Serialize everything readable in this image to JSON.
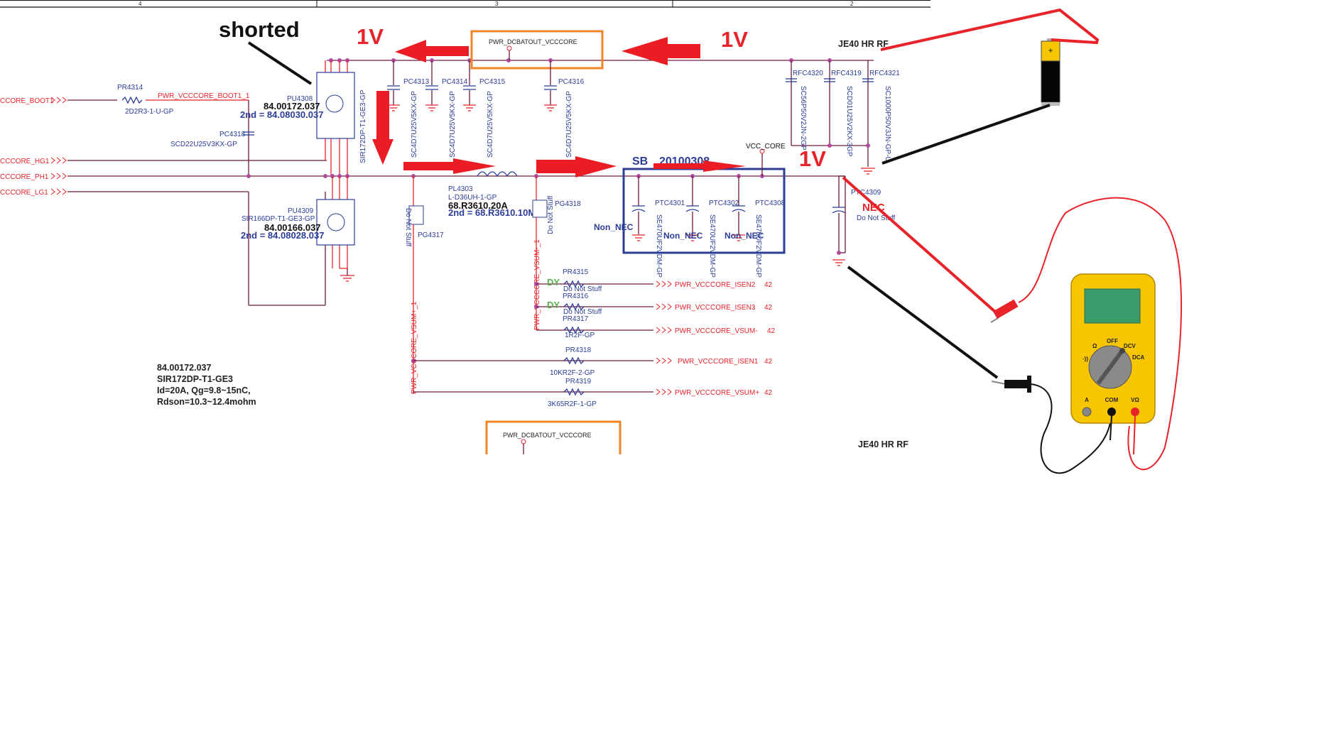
{
  "sheet": {
    "column_labels": [
      "4",
      "3",
      "2"
    ],
    "title_block": "JE40 HR RF",
    "title_block_bottom": "JE40 HR RF"
  },
  "annotations": {
    "shorted": "shorted",
    "voltage_labels": [
      "1V",
      "1V",
      "1V"
    ],
    "nec_label": "NEC",
    "sb_label": "SB",
    "sb_struck": "20100308"
  },
  "nets": {
    "boot": "CCORE_BOOT1",
    "boot_internal": "PWR_VCCCORE_BOOT1_1",
    "hg": "CCCORE_HG1",
    "ph": "CCCORE_PH1",
    "lg": "CCCORE_LG1",
    "dcbatout": "PWR_DCBATOUT_VCCCORE",
    "dcbatout_bottom": "PWR_DCBATOUT_VCCCORE",
    "vcc_core": "VCC_CORE",
    "vsum_minus_vertical": "PWR_VCCCORE_VSUM-_1",
    "vsum_plus_vertical": "PWR_VCCCORE_VSUM+_1",
    "outputs": [
      {
        "name": "PWR_VCCCORE_ISEN2",
        "page": "42"
      },
      {
        "name": "PWR_VCCCORE_ISEN3",
        "page": "42"
      },
      {
        "name": "PWR_VCCCORE_VSUM-",
        "page": "42"
      },
      {
        "name": "PWR_VCCCORE_ISEN1",
        "page": "42"
      },
      {
        "name": "PWR_VCCCORE_VSUM+",
        "page": "42"
      }
    ]
  },
  "components": {
    "pr4314": {
      "ref": "PR4314",
      "value": "2D2R3-1-U-GP"
    },
    "pc4318": {
      "ref": "PC4318",
      "value": "SCD22U25V3KX-GP"
    },
    "pu4308": {
      "ref": "PU4308",
      "part": "84.00172.037",
      "second": "2nd = 84.08030.037",
      "value": "SIR172DP-T1-GE3-GP"
    },
    "pu4309": {
      "ref": "PU4309",
      "value": "SIR166DP-T1-GE3-GP",
      "part": "84.00166.037",
      "second": "2nd = 84.08028.037"
    },
    "input_caps": [
      {
        "ref": "PC4313",
        "value": "SC4D7U25V5KX-GP"
      },
      {
        "ref": "PC4314",
        "value": "SC4D7U25V5KX-GP"
      },
      {
        "ref": "PC4315",
        "value": "SC4D7U25V5KX-GP"
      },
      {
        "ref": "PC4316",
        "value": "SC4D7U25V5KX-GP"
      }
    ],
    "rf_caps": [
      {
        "ref": "RFC4320",
        "value": "SC56P50V2JN-2GP"
      },
      {
        "ref": "RFC4319",
        "value": "SCD01U25V2KX-3GP"
      },
      {
        "ref": "RFC4321",
        "value": "SC1000P50V3JN-GP-U"
      }
    ],
    "pl4303": {
      "ref": "PL4303",
      "value": "L-D36UH-1-GP",
      "part": "68.R3610.20A",
      "second": "2nd = 68.R3610.10M"
    },
    "pg4317": {
      "ref": "PG4317",
      "note": "Do Not Stuff"
    },
    "pg4318": {
      "ref": "PG4318",
      "note": "Do Not Stuff"
    },
    "output_caps": [
      {
        "ref": "PTC4301",
        "value": "SE470UF2VDM-GP",
        "tag": "Non_NEC"
      },
      {
        "ref": "PTC4302",
        "value": "SE470UF2VDM-GP",
        "tag": "Non_NEC"
      },
      {
        "ref": "PTC4308",
        "value": "SE470UF2VDM-GP",
        "tag": "Non_NEC"
      }
    ],
    "ptc4309": {
      "ref": "PTC4309",
      "note": "Do Not Stuff"
    },
    "pr4315": {
      "ref": "PR4315",
      "note": "Do Not Stuff",
      "tag": "DY"
    },
    "pr4316": {
      "ref": "PR4316",
      "note": "Do Not Stuff",
      "tag": "DY"
    },
    "pr4317": {
      "ref": "PR4317",
      "value": "1R2F-GP"
    },
    "pr4318": {
      "ref": "PR4318",
      "value": "10KR2F-2-GP"
    },
    "pr4319": {
      "ref": "PR4319",
      "value": "3K65R2F-1-GP"
    }
  },
  "mosfet_note": {
    "lines": [
      "84.00172.037",
      "SIR172DP-T1-GE3",
      "Id=20A, Qg=9.8~15nC,",
      "Rdson=10.3~12.4mohm"
    ]
  },
  "battery": {
    "polarity": "+"
  },
  "multimeter": {
    "dial_positions": [
      "OFF",
      "Ω",
      "DCV",
      "DCA",
      "·))"
    ],
    "selected": "DCV",
    "jacks": [
      "A",
      "COM",
      "VΩ"
    ]
  },
  "colors": {
    "arrow_red": "#ec1c24",
    "wire": "#6e1a3c",
    "net_red": "#e8232a",
    "component_blue": "#2b3d97",
    "orange_box": "#f08424",
    "meter_yellow": "#f7c600",
    "meter_screen": "#3a9a6a"
  }
}
